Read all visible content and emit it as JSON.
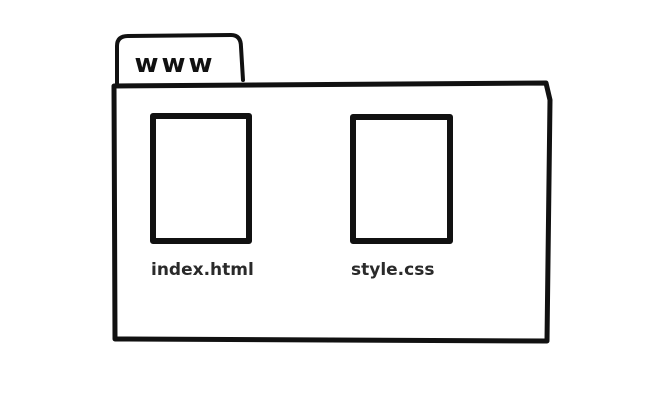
{
  "folder": {
    "name": "www",
    "files": [
      {
        "name": "index.html",
        "icon": "file-icon"
      },
      {
        "name": "style.css",
        "icon": "file-icon"
      }
    ]
  },
  "colors": {
    "ink": "#111111",
    "label": "#2a2a2a",
    "background": "#ffffff"
  }
}
